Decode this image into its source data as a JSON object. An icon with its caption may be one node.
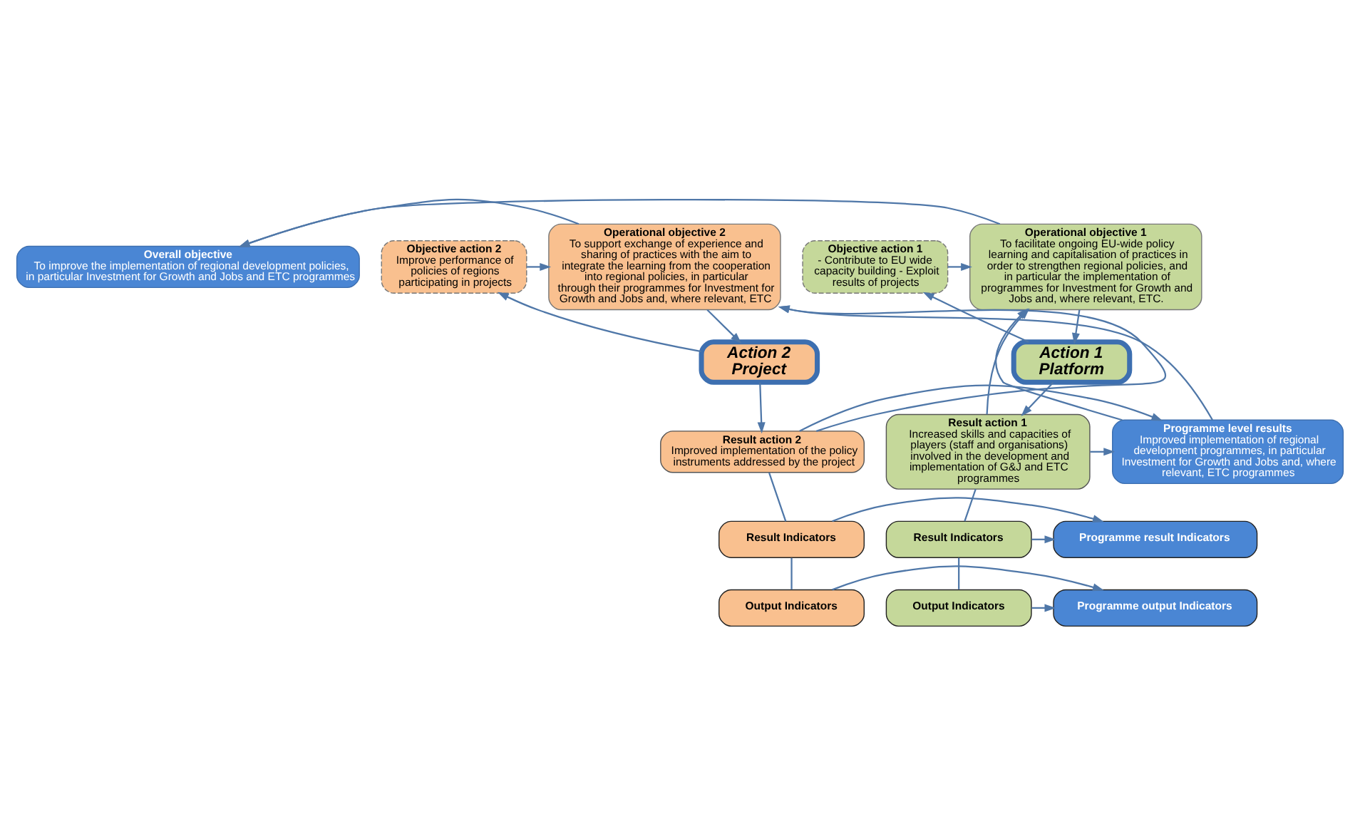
{
  "diagram": {
    "nodes": [
      {
        "text": [
          "Overall objective",
          "To improve the implementation of regional development policies, in particular Investment for Growth and Jobs and ETC programmes"
        ]
      },
      {
        "text": [
          "Objective action 1",
          "- Contribute to EU wide capacity building - Exploit results of projects"
        ]
      },
      {
        "text": [
          "Operational objective 1",
          "To facilitate ongoing EU-wide policy learning and capitalisation of practices in order to strengthen regional policies, and in particular the implementation of programmes for Investment for Growth and Jobs and, where relevant, ETC."
        ]
      },
      {
        "text": [
          "Operational objective 2",
          "To support exchange of experience and sharing of practices with the aim to integrate the learning from the cooperation into regional policies, in particular through their programmes for Investment for Growth and Jobs and, where relevant, ETC"
        ]
      },
      {
        "text": [
          "Objective action 2",
          "Improve performance of policies of regions participating in projects"
        ]
      },
      {
        "text": [
          "Action 1 Platform"
        ]
      },
      {
        "text": [
          "Action 2 Project"
        ]
      },
      {
        "text": [
          "Programme level results",
          "Improved implementation of regional development programmes, in particular Investment for Growth and Jobs and, where relevant, ETC programmes"
        ]
      },
      {
        "text": [
          "Result action 1",
          "Increased skills and capacities of players (staff and organisations) involved in the development and implementation of G&J and ETC programmes"
        ]
      },
      {
        "text": [
          "Result action 2",
          "Improved implementation of the policy instruments addressed by the project"
        ]
      },
      {
        "text": [
          "Programme result Indicators"
        ]
      },
      {
        "text": [
          "Result Indicators"
        ]
      },
      {
        "text": [
          "Result Indicators"
        ]
      },
      {
        "text": [
          "Programme output Indicators"
        ]
      },
      {
        "text": [
          "Output Indicators"
        ]
      },
      {
        "text": [
          "Output Indicators"
        ]
      }
    ],
    "edges": [
      {
        "from": 2,
        "to": 0,
        "arrow": "to"
      },
      {
        "from": 3,
        "to": 0,
        "arrow": "to"
      },
      {
        "from": 1,
        "to": 2,
        "arrow": "to"
      },
      {
        "from": 5,
        "to": 1,
        "arrow": "to"
      },
      {
        "from": 2,
        "to": 5,
        "arrow": "to"
      },
      {
        "from": 5,
        "to": 8,
        "arrow": "to"
      },
      {
        "from": 8,
        "to": 2,
        "arrow": "to"
      },
      {
        "from": 7,
        "to": 2,
        "arrow": "to"
      },
      {
        "from": 7,
        "to": 3,
        "arrow": "to"
      },
      {
        "from": 4,
        "to": 3,
        "arrow": "to"
      },
      {
        "from": 3,
        "to": 6,
        "arrow": "to"
      },
      {
        "from": 6,
        "to": 4,
        "arrow": "to"
      },
      {
        "from": 6,
        "to": 9,
        "arrow": "to"
      },
      {
        "from": 9,
        "to": 3,
        "arrow": "to"
      },
      {
        "from": 8,
        "to": 7,
        "arrow": "to"
      },
      {
        "from": 9,
        "to": 7,
        "arrow": "to"
      },
      {
        "from": 8,
        "to": 11,
        "arrow": "none"
      },
      {
        "from": 11,
        "to": 14,
        "arrow": "none"
      },
      {
        "from": 9,
        "to": 12,
        "arrow": "none"
      },
      {
        "from": 12,
        "to": 15,
        "arrow": "none"
      },
      {
        "from": 11,
        "to": 10,
        "arrow": "to"
      },
      {
        "from": 12,
        "to": 10,
        "arrow": "to"
      },
      {
        "from": 14,
        "to": 13,
        "arrow": "to"
      },
      {
        "from": 15,
        "to": 13,
        "arrow": "to"
      }
    ]
  }
}
